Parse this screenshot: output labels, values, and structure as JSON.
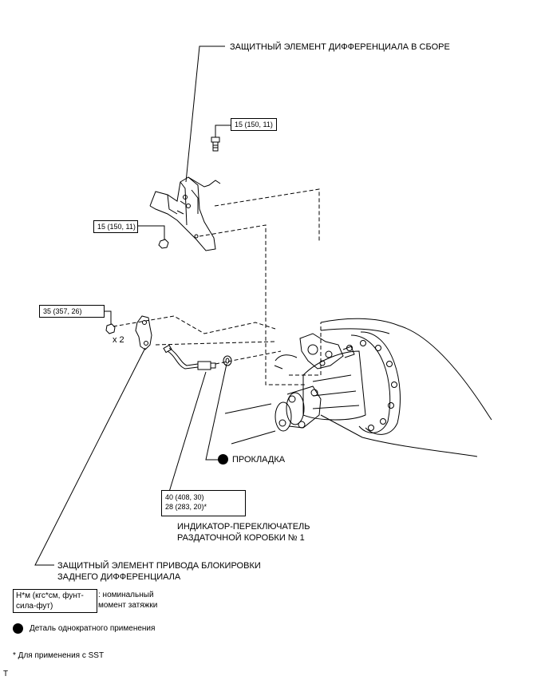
{
  "labels": {
    "guard_assembly": "ЗАЩИТНЫЙ ЭЛЕМЕНТ ДИФФЕРЕНЦИАЛА В СБОРЕ",
    "gasket": "ПРОКЛАДКА",
    "indicator_line1": "ИНДИКАТОР-ПЕРЕКЛЮЧАТЕЛЬ",
    "indicator_line2": "РАЗДАТОЧНОЙ КОРОБКИ № 1",
    "rear_guard_line1": "ЗАЩИТНЫЙ ЭЛЕМЕНТ ПРИВОДА БЛОКИРОВКИ",
    "rear_guard_line2": "ЗАДНЕГО ДИФФЕРЕНЦИАЛА",
    "x2": "x 2"
  },
  "torques": {
    "bolt_top": "15 (150, 11)",
    "nut_guard": "15 (150, 11)",
    "nut_rear_guard": "35 (357, 26)",
    "switch_line1": "40 (408, 30)",
    "switch_line2": "28 (283, 20)*"
  },
  "legend": {
    "unit_line1": "Н*м (кгс*см, фунт-",
    "unit_line2": "сила-фут)",
    "unit_desc_line1": ": номинальный",
    "unit_desc_line2": "момент затяжки",
    "single_use": "Деталь однократного применения",
    "sst_note": "* Для применения с SST",
    "corner_mark": "T"
  }
}
